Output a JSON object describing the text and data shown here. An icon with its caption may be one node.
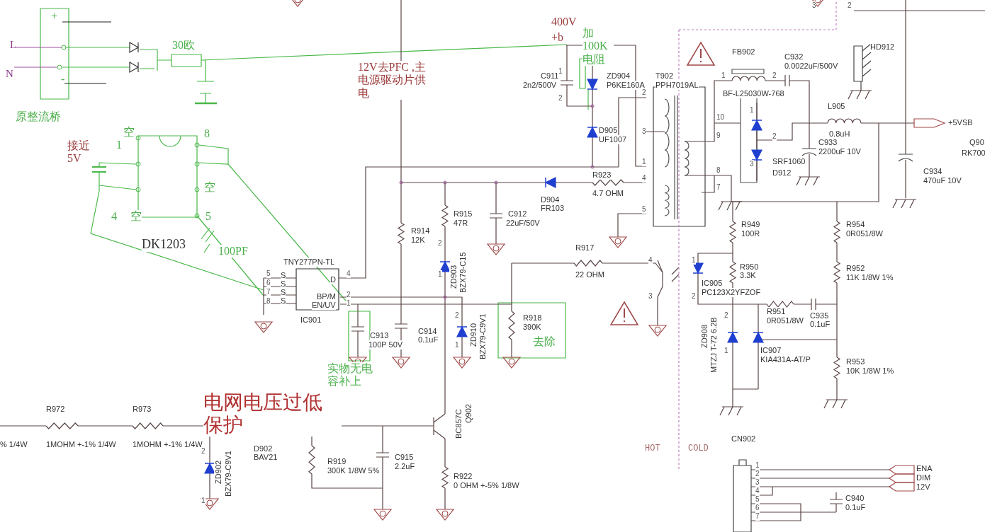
{
  "diagram": {
    "labels": [
      "L",
      "N",
      "+",
      "-",
      "30欧",
      "原整流桥",
      "接近5V",
      "1",
      "空",
      "8",
      "空",
      "4",
      "空",
      "5",
      "DK1203",
      "100PF",
      "12V去PFC ,主电源驱动片供电",
      "400V",
      "+b",
      "加100K电阻",
      "C911",
      "2n2/500V",
      "ZD904",
      "P6KE160A",
      "T902",
      "PPH7019AL",
      "2",
      "3",
      "1",
      "4",
      "5",
      "10",
      "9",
      "8",
      "7",
      "D905",
      "UF1007",
      "FB902",
      "C932",
      "0.0022uF/500V",
      "HD912",
      "1",
      "2",
      "BF-L25030W-768",
      "1",
      "2",
      "3",
      "L905",
      "0.8uH",
      "C933",
      "2200uF 10V",
      "+5VSB",
      "SRF1060",
      "D912",
      "C934",
      "470uF 10V",
      "Q90",
      "RK700",
      "R923",
      "4.7 OHM",
      "D904",
      "FR103",
      "C912",
      "22uF/50V",
      "R915",
      "47R",
      "R914",
      "12K",
      "TNY277PN-TL",
      "5",
      "6",
      "7",
      "8",
      "S",
      "S",
      "S",
      "S",
      "D",
      "BP/M",
      "EN/UV",
      "4",
      "2",
      "1",
      "IC901",
      "R917",
      "22 OHM",
      "R949",
      "100R",
      "R954",
      "0R051/8W",
      "R950",
      "3.3K",
      "IC905",
      "PC123X2YFZOF",
      "R952",
      "11K 1/8W 1%",
      "4",
      "3",
      "1",
      "2",
      "ZD903",
      "BZX79-C15",
      "C913",
      "100P 50V",
      "C914",
      "0.1uF",
      "ZD910",
      "BZX79-C9V1",
      "R918",
      "390K",
      "去除",
      "R951",
      "0R051/8W",
      "C935",
      "0.1uF",
      "ZD908",
      "MTZJ T-72 6.2B",
      "IC907",
      "KIA431A-AT/P",
      "R953",
      "10K 1/8W 1%",
      "实物无电容补上",
      "R972",
      "R973",
      "电网电压过低保护",
      "% 1/4W",
      "1MOHM +-1% 1/4W",
      "1MOHM +-1% 1/4W",
      "D902",
      "BAV21",
      "ZD902",
      "BZX79-C9V1",
      "R919",
      "300K 1/8W 5%",
      "C915",
      "2.2uF",
      "BC857C",
      "Q902",
      "R922",
      "0 OHM +-5% 1/8W",
      "HOT",
      "COLD",
      "CN902",
      "1",
      "2",
      "3",
      "4",
      "5",
      "6",
      "7",
      "ENA",
      "DIM",
      "12V",
      "C940",
      "0.1uF",
      "3",
      "2",
      "1",
      "2",
      "2",
      "1",
      "2",
      "1",
      "2",
      "1",
      "2",
      "1"
    ]
  }
}
